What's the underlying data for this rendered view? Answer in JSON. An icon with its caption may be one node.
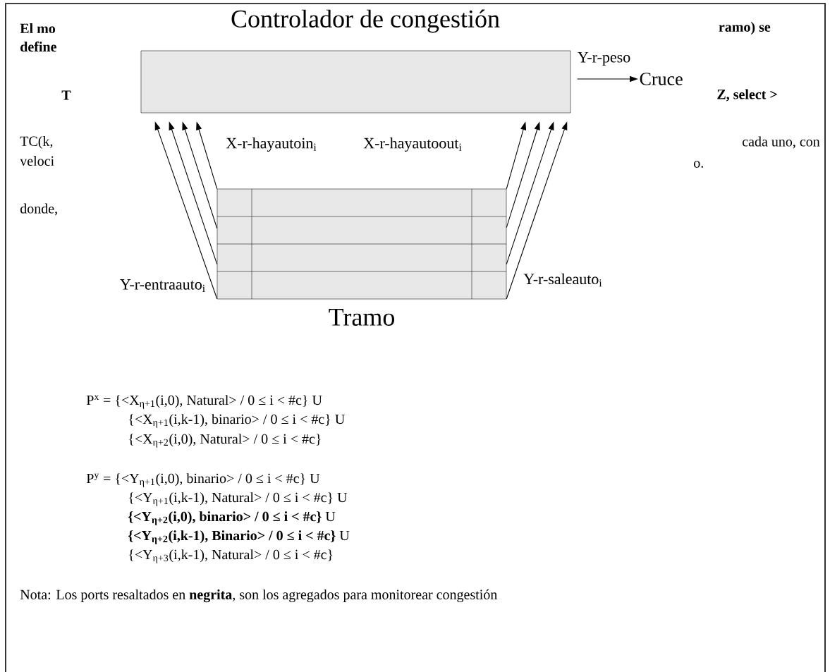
{
  "diagram": {
    "nodes": [
      {
        "text": [
          "Controlador de congestión"
        ]
      },
      {
        "text": [
          "Cruce"
        ]
      },
      {
        "text": [
          "Tramo"
        ]
      }
    ],
    "edges": [
      {
        "from": 2,
        "to": 0,
        "arrow": "to"
      },
      {
        "from": 2,
        "to": 0,
        "arrow": "to"
      },
      {
        "from": 2,
        "to": 0,
        "arrow": "to"
      },
      {
        "from": 2,
        "to": 0,
        "arrow": "to"
      },
      {
        "from": 2,
        "to": 0,
        "arrow": "to"
      },
      {
        "from": 2,
        "to": 0,
        "arrow": "to"
      },
      {
        "from": 2,
        "to": 0,
        "arrow": "to"
      },
      {
        "from": 2,
        "to": 0,
        "arrow": "to"
      },
      {
        "from": 0,
        "to": 1,
        "arrow": "to",
        "label": "Y-r-peso"
      }
    ],
    "labels": [
      "El mo",
      "ramo) se",
      "define",
      "T",
      "Z, select >",
      "TC(k,",
      "cada uno, con",
      "veloci",
      "o.",
      "X-r-hayautoin$_{i}$",
      "X-r-hayautoout$_{i}$",
      "donde,",
      "Y-r-entraauto$_{i}$",
      "Y-r-saleauto$_{i}$",
      "P$^{x}$ = {<X$_{η+1}$(i,0), Natural> / 0 ≤ i < #c} U",
      "{<X$_{η+1}$(i,k-1), binario> / 0 ≤ i < #c} U",
      "{<X$_{η+2}$(i,0), Natural> / 0 ≤ i < #c}",
      "P$^{y}$ = {<Y$_{η+1}$(i,0), binario> / 0 ≤ i < #c} U",
      "{<Y$_{η+1}$(i,k-1), Natural> / 0 ≤ i < #c} U",
      "**{<Y$_{η+2}$(i,0), binario> / 0 ≤ i < #c}** U",
      "**{<Y$_{η+2}$(i,k-1), Binario> / 0 ≤ i < #c}** U",
      "{<Y$_{η+3}$(i,k-1), Natural> / 0 ≤ i < #c}",
      "Nota: Los ports resaltados en **negrita**, son los agregados para monitorear congestión"
    ]
  }
}
